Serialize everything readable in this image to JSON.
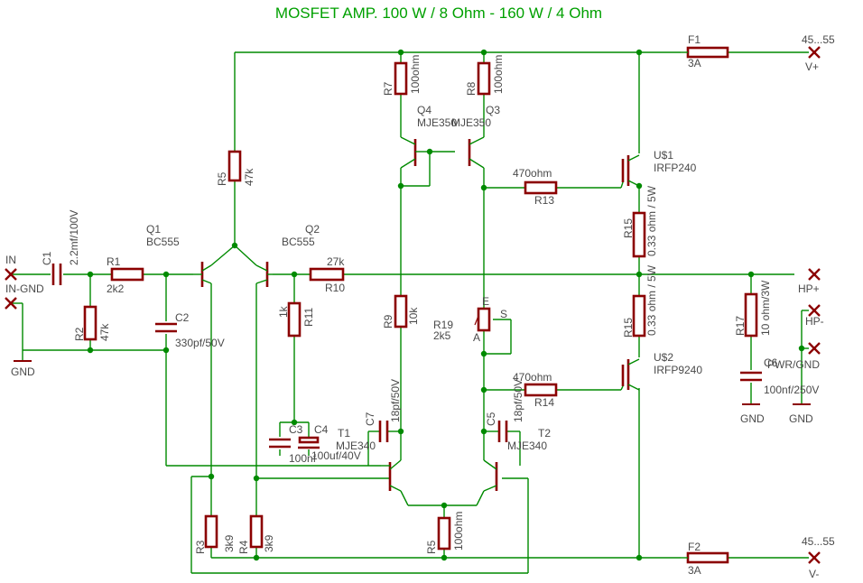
{
  "title": "MOSFET AMP. 100 W / 8 Ohm - 160 W / 4 Ohm",
  "colors": {
    "wire": "#008a00",
    "component": "#8b0000",
    "text": "#4a4a4a",
    "title": "#00a000"
  },
  "labels": {
    "in": "IN",
    "in_gnd": "IN-GND",
    "gnd_in": "GND",
    "c1": "C1",
    "c1_val": "2.2mf/100V",
    "r1": "R1",
    "r1_val": "2k2",
    "r2": "R2",
    "r2_val": "47k",
    "c2": "C2",
    "c2_val": "330pf/50V",
    "q1": "Q1",
    "q1_val": "BC555",
    "q2": "Q2",
    "q2_val": "BC555",
    "r5": "R5",
    "r5_val": "47k",
    "r10": "R10",
    "r10_val": "27k",
    "r11": "R11",
    "r11_val": "1k",
    "c3": "C3",
    "c3_val": "100nf",
    "c4": "C4",
    "c4_val": "100uf/40V",
    "r3": "R3",
    "r3_val": "3k9",
    "r4": "R4",
    "r4_val": "3k9",
    "r7": "R7",
    "r7_val": "100ohm",
    "r8": "R8",
    "r8_val": "100ohm",
    "q4": "Q4",
    "q3": "Q3",
    "q34_val": "MJE350",
    "r9": "R9",
    "r9_val": "10k",
    "c7": "C7",
    "c7_val": "18pf/50V",
    "c5": "C5",
    "c5_val": "18pf/50V",
    "t1": "T1",
    "t1_val": "MJE340",
    "t2": "T2",
    "t2_val": "MJE340",
    "r5b": "R5",
    "r5b_val": "100ohm",
    "r19": "R19",
    "r19_val": "2k5",
    "pot_e": "E",
    "pot_s": "S",
    "pot_a": "A",
    "r13": "R13",
    "r13_val": "470ohm",
    "r14": "R14",
    "r14_val": "470ohm",
    "us1": "U$1",
    "us1_val": "IRFP240",
    "us2": "U$2",
    "us2_val": "IRFP9240",
    "r15a": "R15",
    "r15a_val": "0.33 ohm / 5W",
    "r15b": "R15",
    "r15b_val": "0.33 ohm / 5W",
    "r17": "R17",
    "r17_val": "10 ohm/3W",
    "c6": "C6",
    "c6_val": "100nf/250V",
    "gnd1": "GND",
    "gnd2": "GND",
    "f1": "F1",
    "f1_val": "3A",
    "f2": "F2",
    "f2_val": "3A",
    "vp_val": "45...55",
    "vp": "V+",
    "vn_val": "45...55",
    "vn": "V-",
    "hp_plus": "HP+",
    "hp_minus": "HP-",
    "pwr_gnd": "PWR/GND"
  }
}
